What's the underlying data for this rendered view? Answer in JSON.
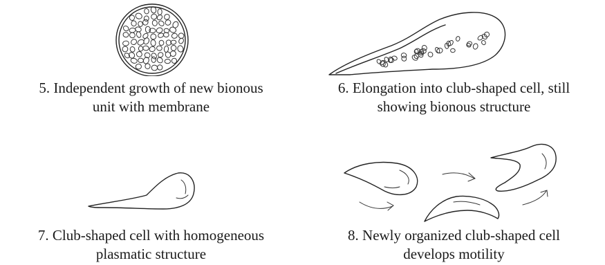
{
  "panels": [
    {
      "number": "5.",
      "line1": "Independent growth of new bionous",
      "line2": "unit with membrane"
    },
    {
      "number": "6.",
      "line1": "Elongation into club-shaped cell, still",
      "line2": "showing bionous structure"
    },
    {
      "number": "7.",
      "line1": "Club-shaped cell with homogeneous",
      "line2": "plasmatic structure"
    },
    {
      "number": "8.",
      "line1": "Newly organized club-shaped cell",
      "line2": "develops motility"
    }
  ]
}
